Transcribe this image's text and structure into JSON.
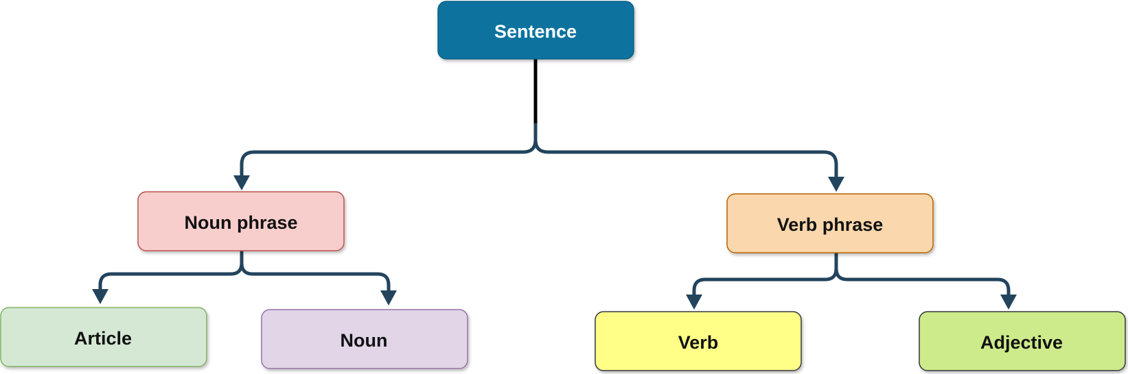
{
  "diagram": {
    "nodes": {
      "sentence": {
        "label": "Sentence",
        "fill": "#10739e",
        "stroke": "#0d6185",
        "text_color": "#ffffff"
      },
      "noun_phrase": {
        "label": "Noun phrase",
        "fill": "#f8cecc",
        "stroke": "#b85450",
        "text_color": "#111111"
      },
      "verb_phrase": {
        "label": "Verb phrase",
        "fill": "#fad7ac",
        "stroke": "#b46504",
        "text_color": "#111111"
      },
      "article": {
        "label": "Article",
        "fill": "#d5e8d4",
        "stroke": "#82b366",
        "text_color": "#111111"
      },
      "noun": {
        "label": "Noun",
        "fill": "#e1d5e7",
        "stroke": "#9673a6",
        "text_color": "#111111"
      },
      "verb": {
        "label": "Verb",
        "fill": "#ffff88",
        "stroke": "#36393d",
        "text_color": "#111111"
      },
      "adjective": {
        "label": "Adjective",
        "fill": "#cdeb8b",
        "stroke": "#36393d",
        "text_color": "#111111"
      }
    },
    "edges": [
      {
        "from": "sentence",
        "to": "noun_phrase"
      },
      {
        "from": "sentence",
        "to": "verb_phrase"
      },
      {
        "from": "noun_phrase",
        "to": "article"
      },
      {
        "from": "noun_phrase",
        "to": "noun"
      },
      {
        "from": "verb_phrase",
        "to": "verb"
      },
      {
        "from": "verb_phrase",
        "to": "adjective"
      }
    ],
    "edge_color": "#23445d"
  }
}
